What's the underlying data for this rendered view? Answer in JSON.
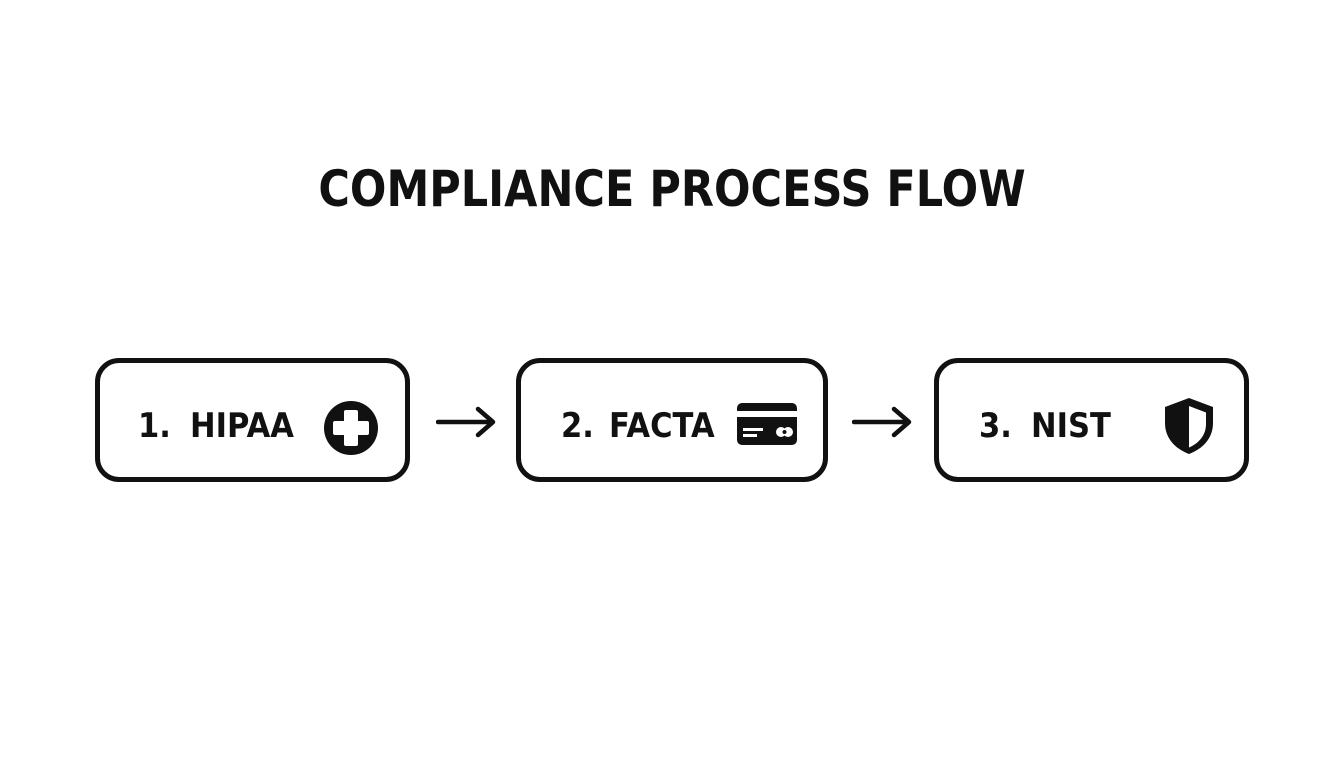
{
  "title": "COMPLIANCE PROCESS FLOW",
  "steps": [
    {
      "number": "1.",
      "label": "HIPAA",
      "icon": "medical-cross-icon"
    },
    {
      "number": "2.",
      "label": "FACTA",
      "icon": "credit-card-icon"
    },
    {
      "number": "3.",
      "label": "NIST",
      "icon": "shield-icon"
    }
  ],
  "connectors": [
    "arrow-right-icon",
    "arrow-right-icon"
  ],
  "colors": {
    "ink": "#111111",
    "background": "#ffffff"
  }
}
